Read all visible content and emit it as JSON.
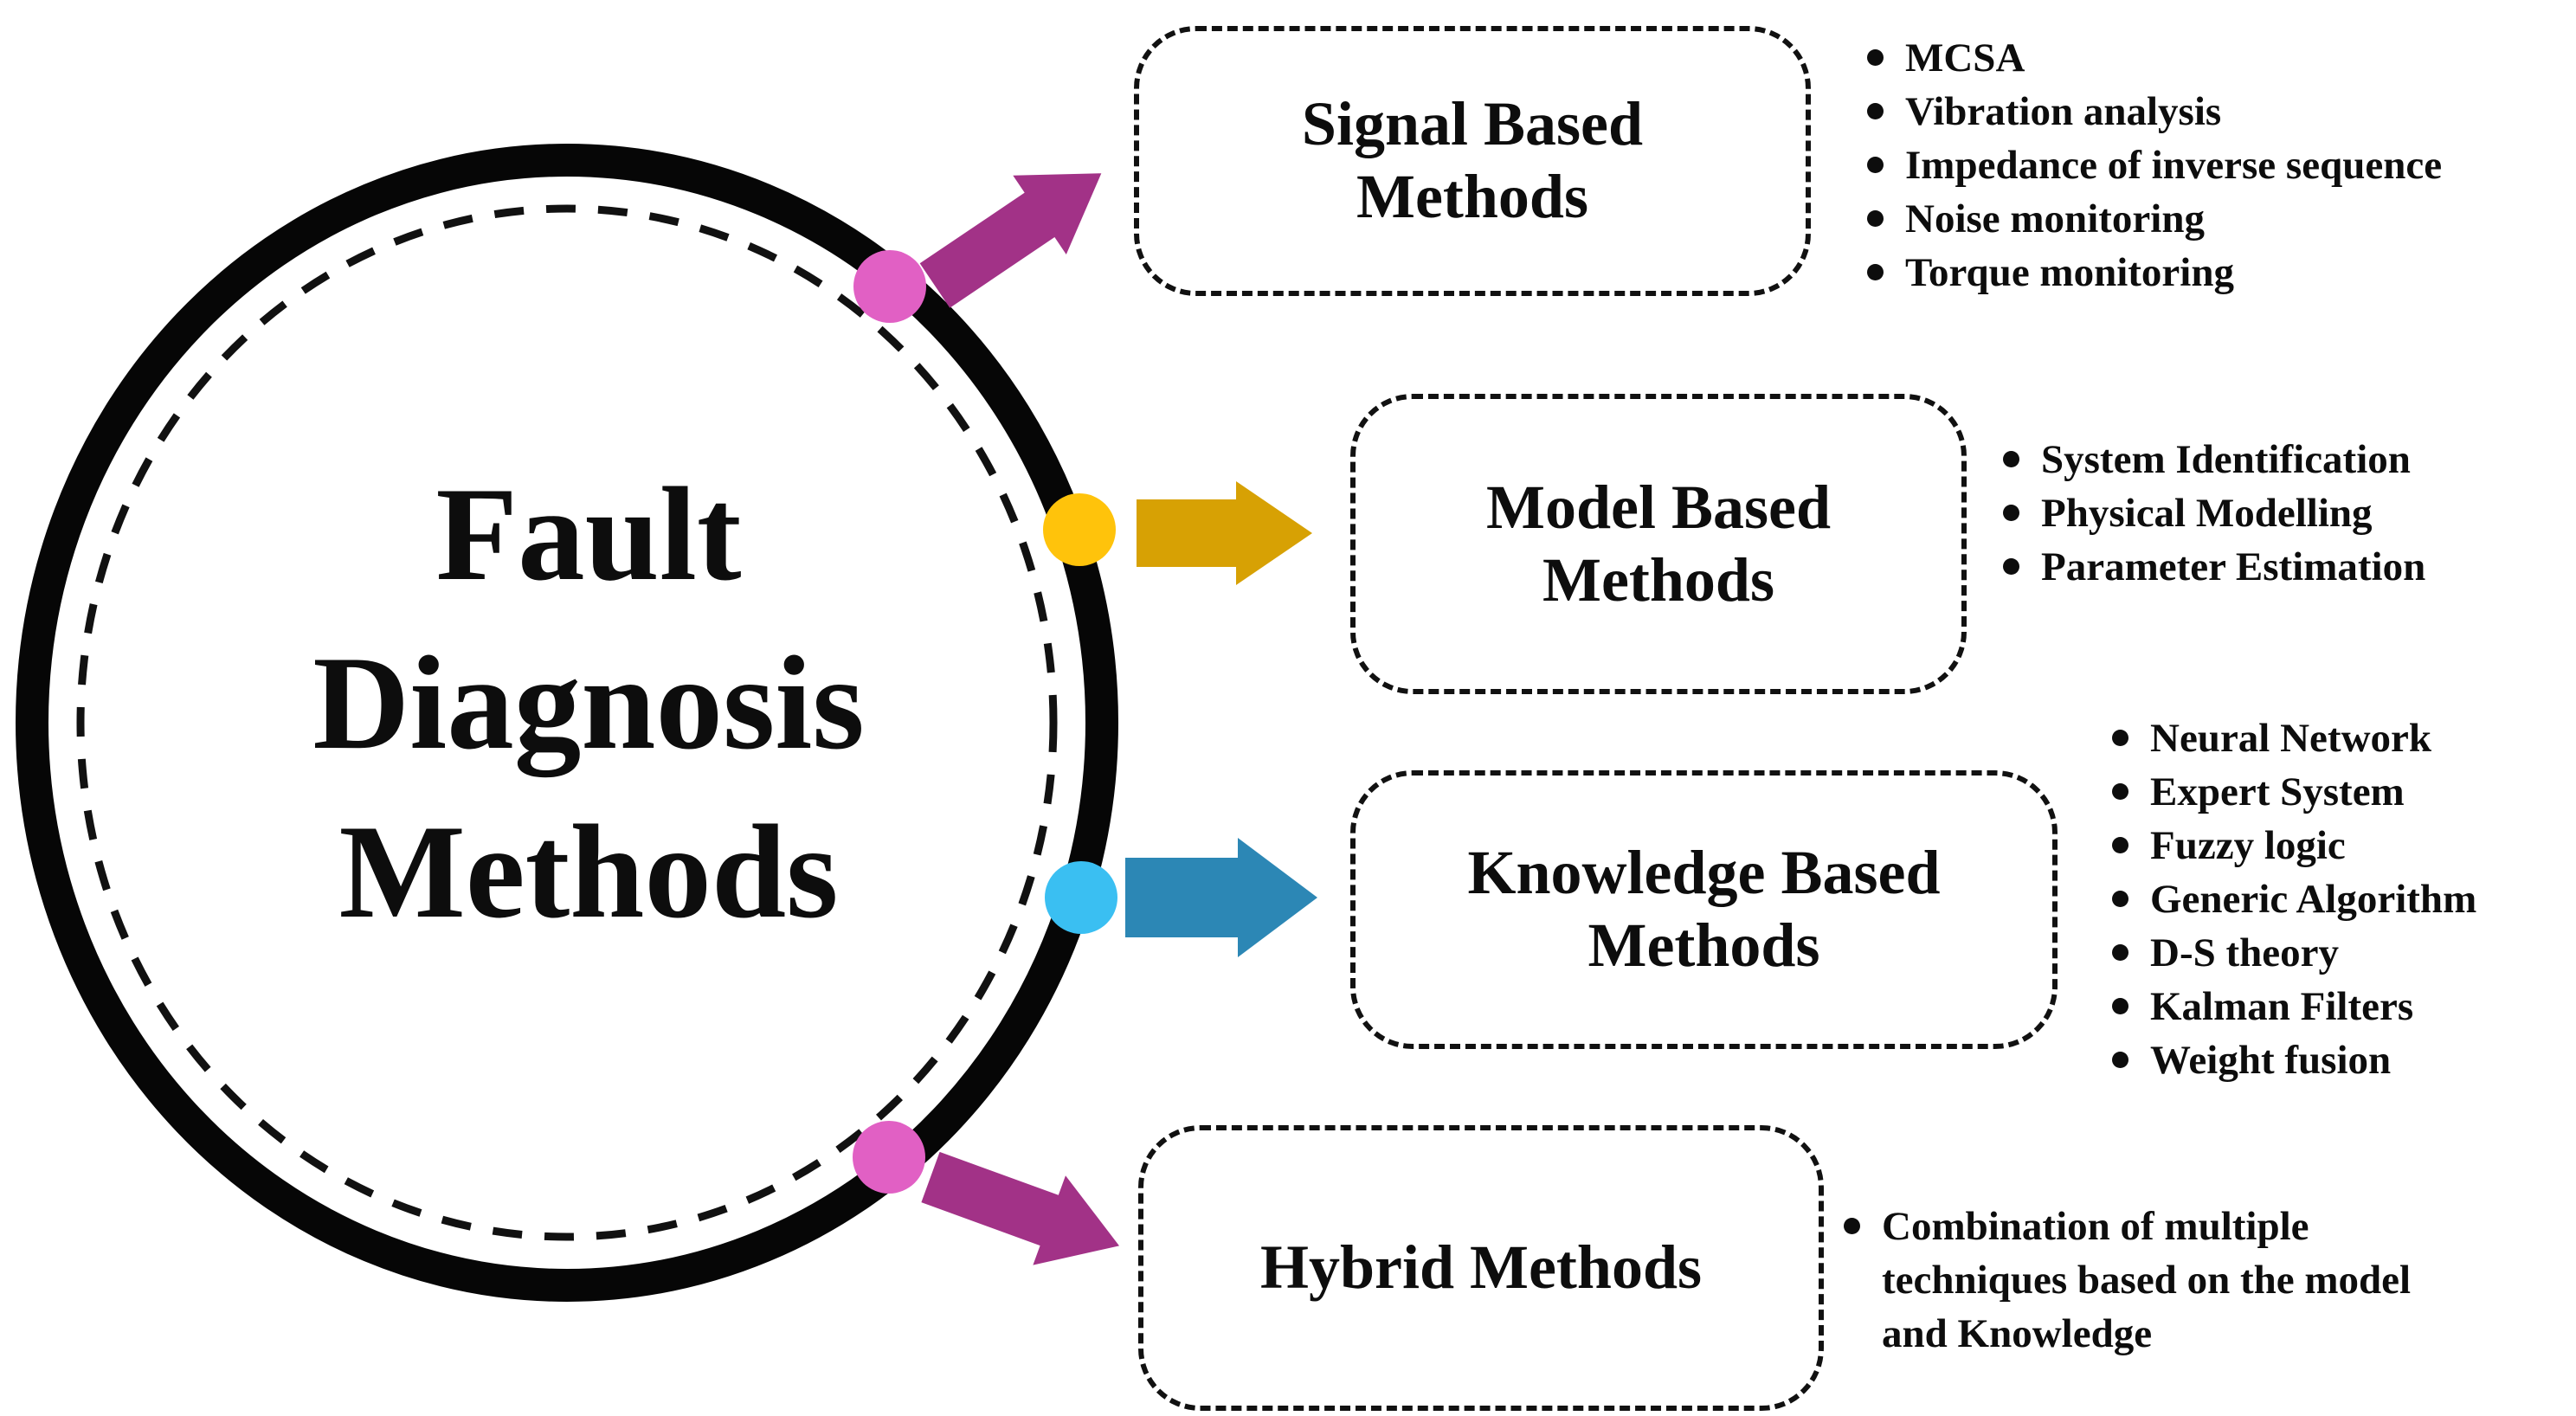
{
  "hub": {
    "lines": [
      "Fault",
      "Diagnosis",
      "Methods"
    ]
  },
  "palette": {
    "ink": "#0d0d0d",
    "magenta": "#a23287",
    "pink": "#e160c4",
    "gold": "#d7a104",
    "yellow": "#ffc30b",
    "blue": "#2c87b5",
    "light_blue": "#3abff2"
  },
  "branches": [
    {
      "id": "signal",
      "label_lines": [
        "Signal Based",
        "Methods"
      ],
      "arrow_color": "#a23287",
      "dot_color": "#e160c4",
      "items": [
        "MCSA",
        "Vibration analysis",
        "Impedance of inverse sequence",
        "Noise monitoring",
        "Torque monitoring"
      ]
    },
    {
      "id": "model",
      "label_lines": [
        "Model Based",
        "Methods"
      ],
      "arrow_color": "#d7a104",
      "dot_color": "#ffc30b",
      "items": [
        "System Identification",
        "Physical Modelling",
        "Parameter Estimation"
      ]
    },
    {
      "id": "knowledge",
      "label_lines": [
        "Knowledge Based",
        "Methods"
      ],
      "arrow_color": "#2c87b5",
      "dot_color": "#3abff2",
      "items": [
        "Neural Network",
        "Expert System",
        "Fuzzy logic",
        "Generic Algorithm",
        "D-S theory",
        "Kalman Filters",
        "Weight fusion"
      ]
    },
    {
      "id": "hybrid",
      "label_lines": [
        "Hybrid Methods"
      ],
      "arrow_color": "#a23287",
      "dot_color": "#e160c4",
      "items": [
        "Combination of multiple techniques based on the model and Knowledge"
      ]
    }
  ]
}
